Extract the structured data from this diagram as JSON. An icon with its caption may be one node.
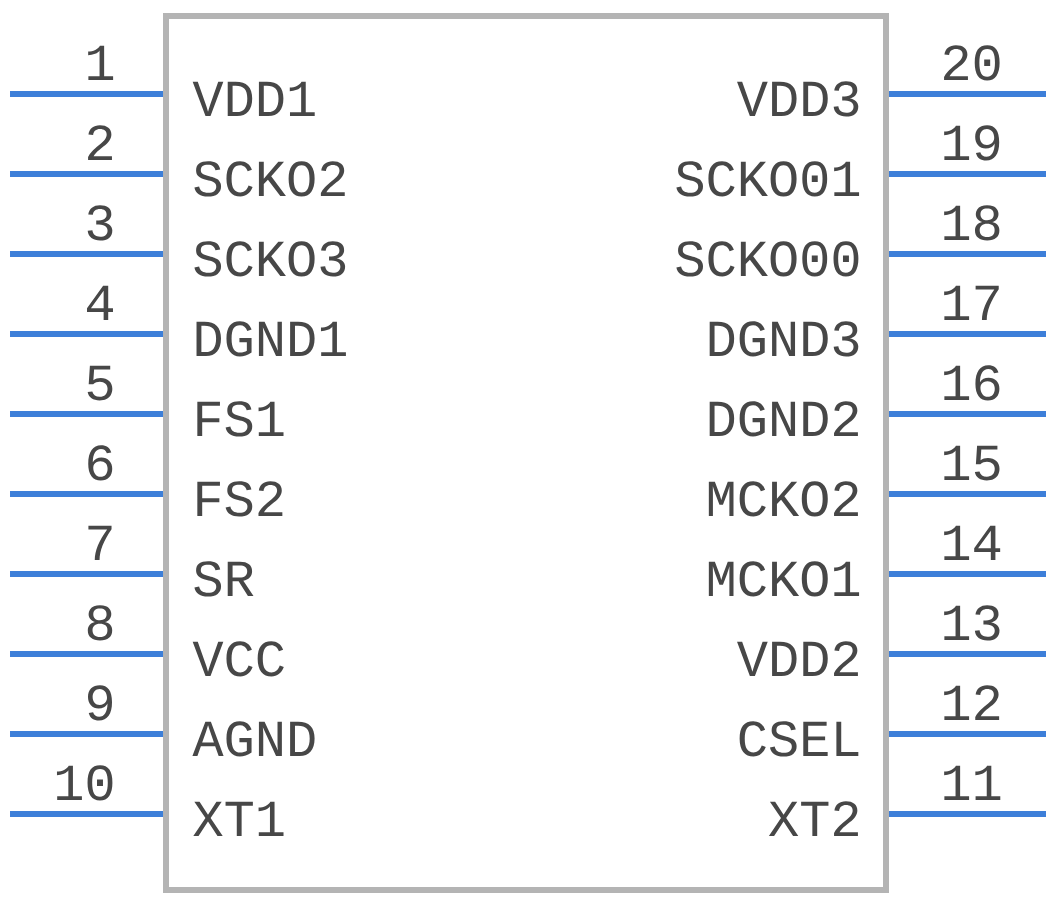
{
  "diagram": {
    "nodes": [
      {
        "text": [
          "VDD1",
          "SCKO2",
          "SCKO3",
          "DGND1",
          "FS1",
          "FS2",
          "SR",
          "VCC",
          "AGND",
          "XT1",
          "XT2",
          "CSEL",
          "VDD2",
          "MCKO1",
          "MCKO2",
          "DGND2",
          "DGND3",
          "SCKO00",
          "SCKO01",
          "VDD3"
        ]
      }
    ],
    "labels": [
      "1",
      "2",
      "3",
      "4",
      "5",
      "6",
      "7",
      "8",
      "9",
      "10",
      "11",
      "12",
      "13",
      "14",
      "15",
      "16",
      "17",
      "18",
      "19",
      "20"
    ]
  }
}
